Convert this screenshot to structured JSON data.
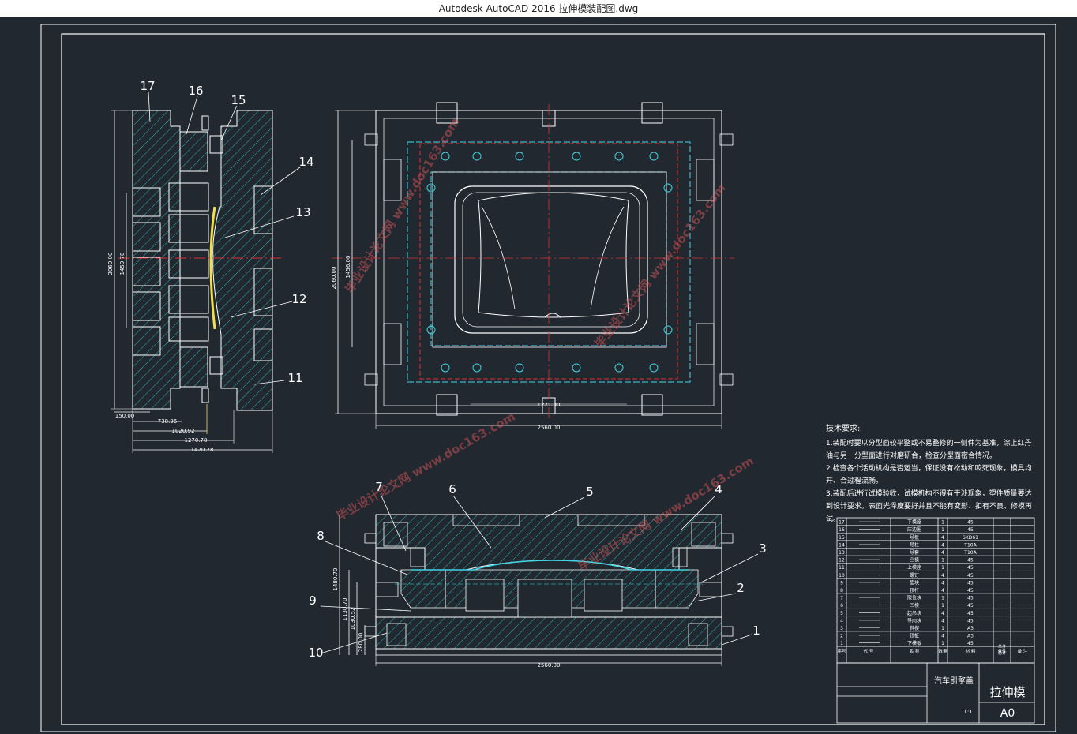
{
  "window": {
    "title": "Autodesk AutoCAD 2016     拉伸模装配图.dwg"
  },
  "colors": {
    "background": "#212830",
    "frame": "#ffffff",
    "hatch": "#2aa8a8",
    "cyan": "#3fd6e6",
    "red": "#e03030",
    "yellow": "#f2e04a"
  },
  "callouts": {
    "side": [
      "17",
      "16",
      "15",
      "14",
      "13",
      "12",
      "11"
    ],
    "bottom": [
      "7",
      "6",
      "5",
      "4",
      "8",
      "3",
      "2",
      "9",
      "10",
      "1"
    ]
  },
  "dimensions": {
    "side_vertical": [
      "2060.00",
      "1459.78"
    ],
    "side_horizontal": [
      "150.00",
      "738.96",
      "1020.92",
      "1270.78",
      "1420.78"
    ],
    "top_vertical": [
      "2060.00",
      "1456.00"
    ],
    "top_horizontal": [
      "2560.00",
      "1221.00"
    ],
    "bottom_vertical": [
      "1480.70",
      "1130.70",
      "1030.52",
      "280.00"
    ],
    "bottom_horizontal": [
      "2560.00"
    ]
  },
  "watermark": {
    "text": "毕业设计论文网 www.doc163.com"
  },
  "notes": {
    "heading": "技术要求:",
    "items": [
      "1.装配时要以分型面较平整或不易整修的一侧件为基准，涂上红丹油与另一分型面进行对磨研合，检查分型面密合情况。",
      "2.检查各个活动机构是否运当，保证没有松动和咬死现象，模具均开、合过程流畅。",
      "3.装配后进行试模验收，试模机构不得有干涉现象，塑件质量要达到设计要求。表面光泽度要好并且不能有变形、扣有不良、修模再试。"
    ]
  },
  "bom": {
    "rows": [
      [
        "17",
        "",
        "下模座",
        "1",
        "45"
      ],
      [
        "16",
        "",
        "压边圈",
        "1",
        "45"
      ],
      [
        "15",
        "",
        "导板",
        "4",
        "SKD61"
      ],
      [
        "14",
        "",
        "导柱",
        "4",
        "T10A"
      ],
      [
        "13",
        "",
        "导套",
        "4",
        "T10A"
      ],
      [
        "12",
        "",
        "凸模",
        "1",
        "45"
      ],
      [
        "11",
        "",
        "上模座",
        "1",
        "45"
      ],
      [
        "10",
        "",
        "螺钉",
        "4",
        "45"
      ],
      [
        "9",
        "",
        "垫块",
        "4",
        "45"
      ],
      [
        "8",
        "",
        "顶杆",
        "4",
        "45"
      ],
      [
        "7",
        "",
        "限位块",
        "1",
        "45"
      ],
      [
        "6",
        "",
        "凹模",
        "1",
        "45"
      ],
      [
        "5",
        "",
        "起吊块",
        "4",
        "45"
      ],
      [
        "4",
        "",
        "导向块",
        "4",
        "45"
      ],
      [
        "3",
        "",
        "斜楔",
        "1",
        "A3"
      ],
      [
        "2",
        "",
        "顶板",
        "4",
        "A3"
      ],
      [
        "1",
        "",
        "下模板",
        "1",
        "45"
      ]
    ],
    "header": [
      "序号",
      "代 号",
      "名 称",
      "数量",
      "材 料",
      "单件",
      "总计",
      "备 注"
    ]
  },
  "titleblock": {
    "part_name": "汽车引擎盖",
    "drawing_name": "拉伸模",
    "sheet_size": "A0",
    "scale": "1:1"
  }
}
